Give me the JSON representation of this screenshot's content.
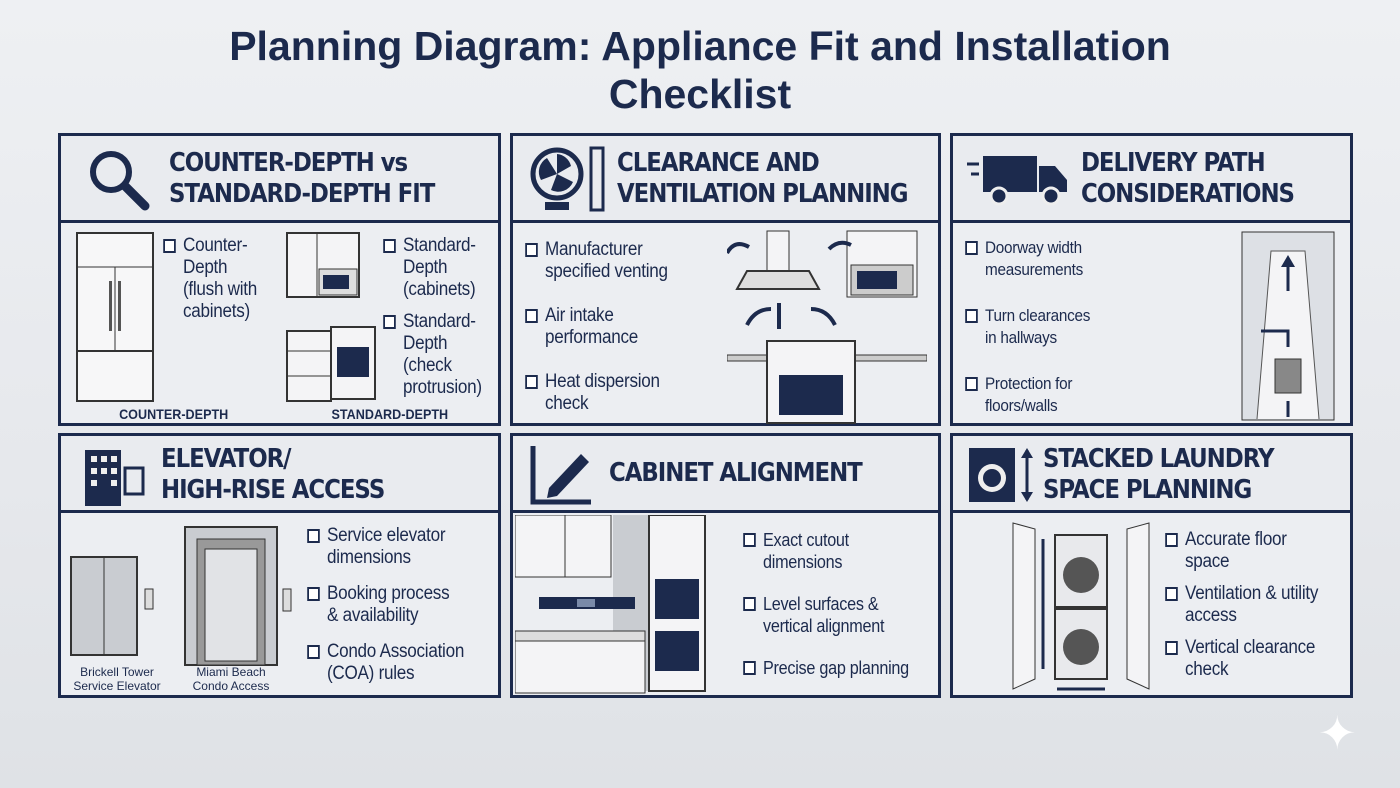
{
  "title": "Planning Diagram: Appliance Fit and Installation Checklist",
  "title_lines": [
    "Planning Diagram: Appliance Fit and Installation",
    "Checklist"
  ],
  "colors": {
    "navy": "#1c2a4d",
    "panel": "#eceef2"
  },
  "panels": [
    {
      "icon": "magnifier-icon",
      "heading": [
        "COUNTER-DEPTH vs",
        "STANDARD-DEPTH FIT"
      ],
      "items": [
        [
          "Counter-",
          "Depth",
          "(flush with",
          "cabinets)"
        ],
        [
          "Standard-",
          "Depth",
          "(cabinets)"
        ],
        [
          "Standard-",
          "Depth",
          "(check",
          "protrusion)"
        ]
      ],
      "captions": [
        "COUNTER-DEPTH",
        "STANDARD-DEPTH"
      ]
    },
    {
      "icon": "fan-ruler-icon",
      "heading": [
        "CLEARANCE AND",
        "VENTILATION PLANNING"
      ],
      "items": [
        [
          "Manufacturer",
          "specified venting"
        ],
        [
          "Air intake",
          "performance"
        ],
        [
          "Heat dispersion",
          "check"
        ]
      ]
    },
    {
      "icon": "delivery-truck-icon",
      "heading": [
        "DELIVERY PATH",
        "CONSIDERATIONS"
      ],
      "items": [
        [
          "Doorway width",
          "measurements"
        ],
        [
          "Turn clearances",
          "in hallways"
        ],
        [
          "Protection for",
          "floors/walls"
        ]
      ]
    },
    {
      "icon": "building-elevator-icon",
      "heading": [
        "ELEVATOR/",
        "HIGH-RISE ACCESS"
      ],
      "items": [
        [
          "Service elevator",
          "dimensions"
        ],
        [
          "Booking process",
          "& availability"
        ],
        [
          "Condo Association",
          "(COA) rules"
        ]
      ],
      "captions": [
        [
          "Brickell Tower",
          "Service Elevator"
        ],
        [
          "Miami Beach",
          "Condo Access"
        ]
      ]
    },
    {
      "icon": "square-pencil-icon",
      "heading": [
        "CABINET ALIGNMENT"
      ],
      "items": [
        [
          "Exact cutout",
          "dimensions"
        ],
        [
          "Level surfaces &",
          "vertical alignment"
        ],
        [
          "Precise gap planning"
        ]
      ]
    },
    {
      "icon": "washer-icon",
      "heading": [
        "STACKED LAUNDRY",
        "SPACE PLANNING"
      ],
      "items": [
        [
          "Accurate floor",
          "space"
        ],
        [
          "Ventilation & utility",
          "access"
        ],
        [
          "Vertical clearance",
          "check"
        ]
      ]
    }
  ]
}
